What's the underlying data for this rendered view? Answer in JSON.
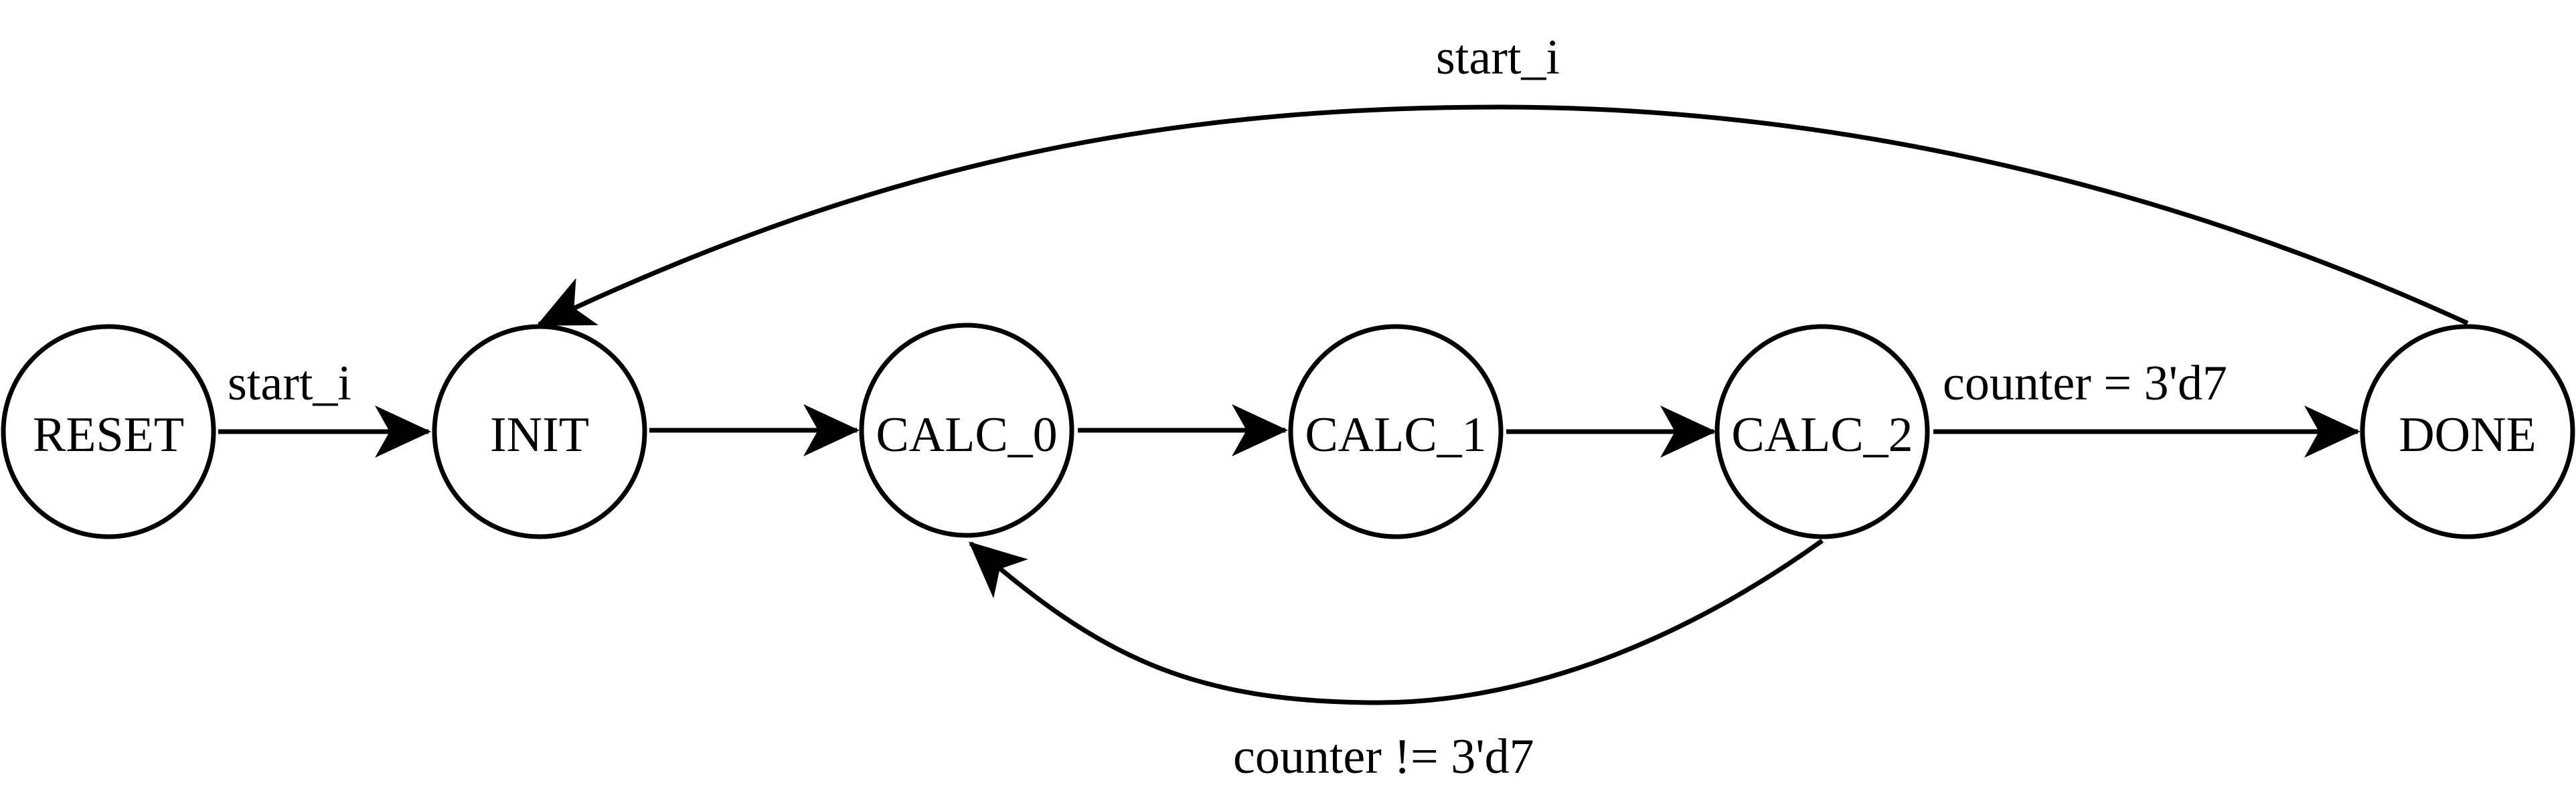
{
  "diagram": {
    "states": [
      {
        "id": "reset",
        "label": "RESET"
      },
      {
        "id": "init",
        "label": "INIT"
      },
      {
        "id": "calc0",
        "label": "CALC_0"
      },
      {
        "id": "calc1",
        "label": "CALC_1"
      },
      {
        "id": "calc2",
        "label": "CALC_2"
      },
      {
        "id": "done",
        "label": "DONE"
      }
    ],
    "transitions": [
      {
        "from": "RESET",
        "to": "INIT",
        "label": "start_i"
      },
      {
        "from": "INIT",
        "to": "CALC_0",
        "label": ""
      },
      {
        "from": "CALC_0",
        "to": "CALC_1",
        "label": ""
      },
      {
        "from": "CALC_1",
        "to": "CALC_2",
        "label": ""
      },
      {
        "from": "CALC_2",
        "to": "DONE",
        "label": "counter = 3'd7"
      },
      {
        "from": "CALC_2",
        "to": "CALC_0",
        "label": "counter != 3'd7"
      },
      {
        "from": "DONE",
        "to": "INIT",
        "label": "start_i"
      }
    ]
  }
}
